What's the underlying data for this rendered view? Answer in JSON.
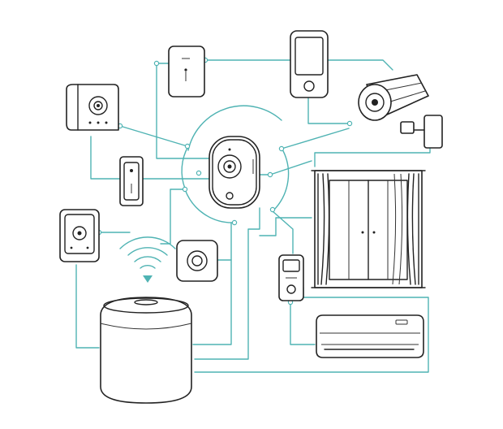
{
  "diagram": {
    "theme": {
      "accent": "#4fb3b3",
      "ink": "#222222",
      "background": "#ffffff"
    },
    "nodes": [
      {
        "id": "hub",
        "icon": "security-camera-hub-icon"
      },
      {
        "id": "door-sensor",
        "icon": "door-sensor-icon"
      },
      {
        "id": "phone",
        "icon": "smartphone-icon"
      },
      {
        "id": "cctv",
        "icon": "cctv-camera-icon"
      },
      {
        "id": "mini-camera",
        "icon": "mini-camera-icon"
      },
      {
        "id": "switch",
        "icon": "wall-switch-icon"
      },
      {
        "id": "outlet",
        "icon": "smart-outlet-icon"
      },
      {
        "id": "wifi",
        "icon": "wifi-signal-icon"
      },
      {
        "id": "dial",
        "icon": "smart-dial-icon"
      },
      {
        "id": "window",
        "icon": "window-curtains-icon"
      },
      {
        "id": "remote",
        "icon": "remote-control-icon"
      },
      {
        "id": "speaker",
        "icon": "smart-speaker-icon"
      },
      {
        "id": "air-conditioner",
        "icon": "air-conditioner-icon"
      }
    ]
  }
}
